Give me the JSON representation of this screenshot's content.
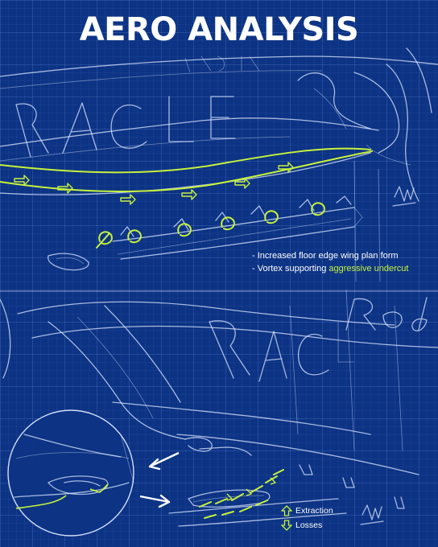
{
  "header": {
    "title": "AERO ANALYSIS"
  },
  "notes": {
    "line1": "- Increased floor edge wing plan form",
    "line2_prefix": "- Vortex supporting",
    "line2_highlight": "aggressive undercut"
  },
  "legend": {
    "extraction": "Extraction",
    "losses": "Losses"
  },
  "colors": {
    "accent": "#c8f23c",
    "background": "#0c3384",
    "line": "#dfe8ff"
  }
}
